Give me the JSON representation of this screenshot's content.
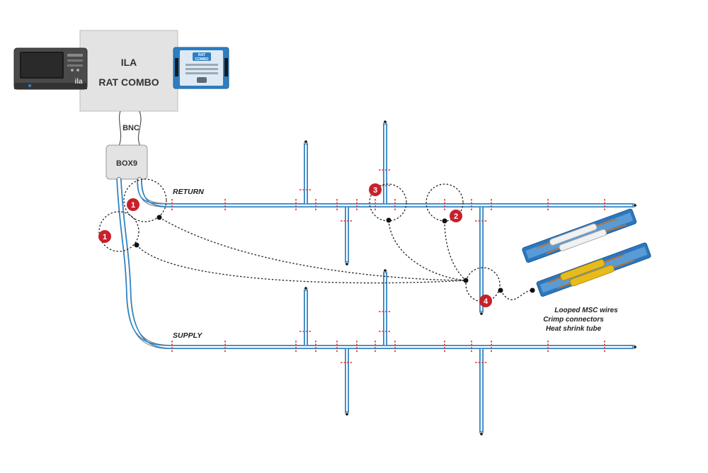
{
  "main_unit": {
    "line1": "ILA",
    "line2": "RAT COMBO"
  },
  "cable_label": "BNC",
  "box_label": "BOX9",
  "pipes": {
    "return_label": "RETURN",
    "supply_label": "SUPPLY"
  },
  "left_device": {
    "logo": "ila"
  },
  "right_device": {
    "line1": "RAT",
    "line2": "COMBO"
  },
  "markers": {
    "m1a": "1",
    "m1b": "1",
    "m2": "2",
    "m3": "3",
    "m4": "4"
  },
  "notes": {
    "line1": "Looped MSC wires",
    "line2": "Crimp connectors",
    "line3": "Heat shrink tube"
  },
  "colors": {
    "pipe": "#2f86c8",
    "pipe_outline": "#6f6f6f",
    "joint": "#e53030",
    "marker": "#c8202a",
    "box_fill": "#e3e3e3",
    "connector_yellow": "#e8bb1c",
    "tray_blue": "#2c77be"
  }
}
